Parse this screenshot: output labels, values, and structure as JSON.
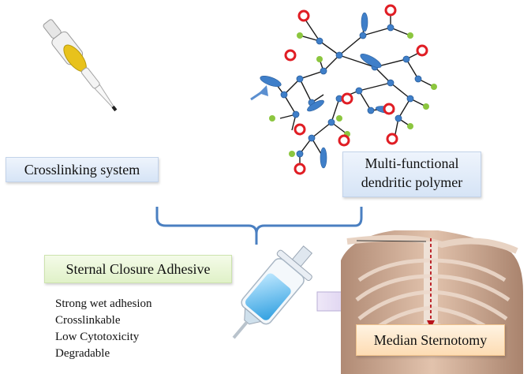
{
  "labels": {
    "crosslinking_system": "Crosslinking system",
    "multi_functional_line1": "Multi-functional",
    "multi_functional_line2": "dendritic polymer",
    "sternal_closure_adhesive": "Sternal Closure Adhesive",
    "median_sternotomy": "Median Sternotomy"
  },
  "properties": [
    "Strong wet adhesion",
    "Crosslinkable",
    "Low Cytotoxicity",
    "Degradable"
  ],
  "colors": {
    "polymer_node": "#3f7fc9",
    "polymer_end_green": "#8cc63f",
    "polymer_end_red": "#e01d24",
    "bracket": "#4a7fc1",
    "arrow_fill": "#c8b8e8"
  },
  "icons": [
    "pipette-icon",
    "dendritic-polymer-icon",
    "syringe-icon",
    "chest-illustration",
    "flow-arrow-icon",
    "bracket-icon"
  ]
}
